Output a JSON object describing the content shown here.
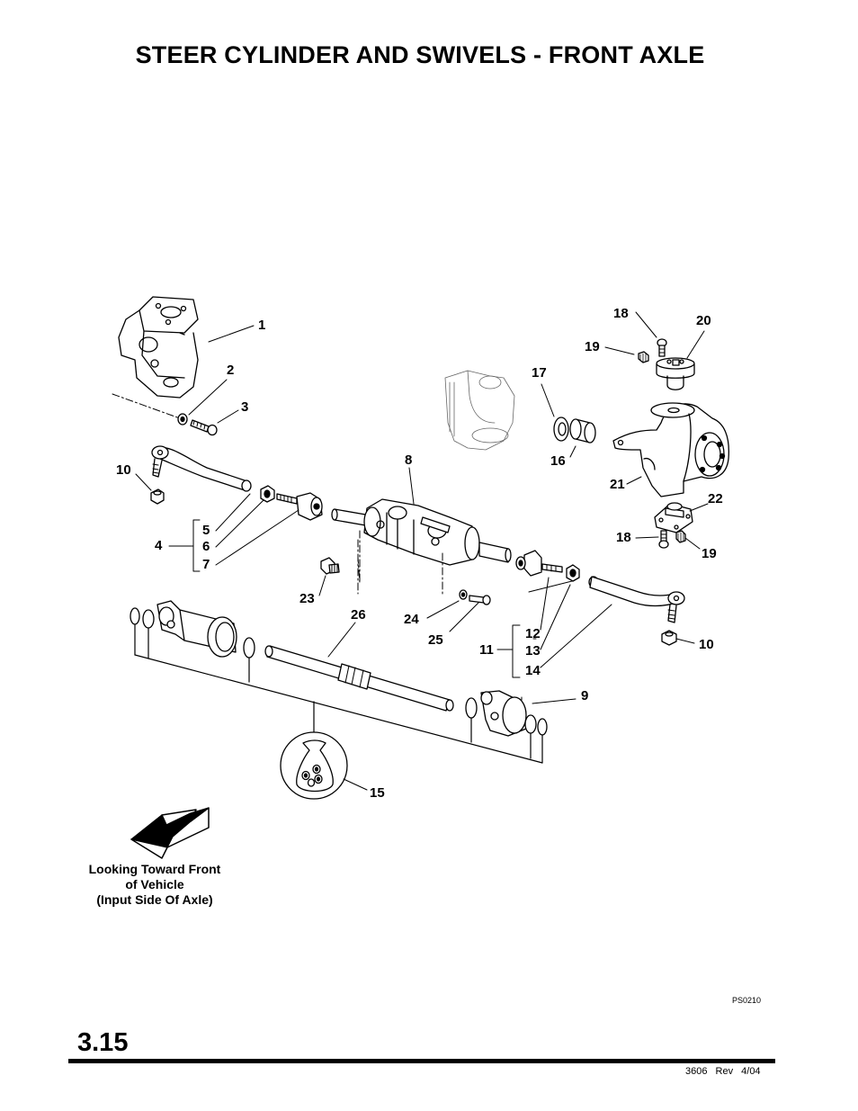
{
  "page": {
    "title": "STEER CYLINDER AND SWIVELS - FRONT AXLE",
    "section_number": "3.15",
    "figure_id": "PS0210",
    "footer_text": "3606  Rev  4/04",
    "caption": {
      "line1": "Looking Toward Front",
      "line2": "of Vehicle",
      "line3": "(Input Side Of Axle)"
    }
  },
  "callouts": {
    "c1": "1",
    "c2": "2",
    "c3": "3",
    "c4": "4",
    "c5": "5",
    "c6": "6",
    "c7": "7",
    "c8": "8",
    "c9": "9",
    "c10a": "10",
    "c10b": "10",
    "c11": "11",
    "c12": "12",
    "c13": "13",
    "c14": "14",
    "c15": "15",
    "c16": "16",
    "c17": "17",
    "c18a": "18",
    "c18b": "18",
    "c19a": "19",
    "c19b": "19",
    "c20": "20",
    "c21": "21",
    "c22": "22",
    "c23": "23",
    "c24": "24",
    "c25": "25",
    "c26": "26"
  }
}
